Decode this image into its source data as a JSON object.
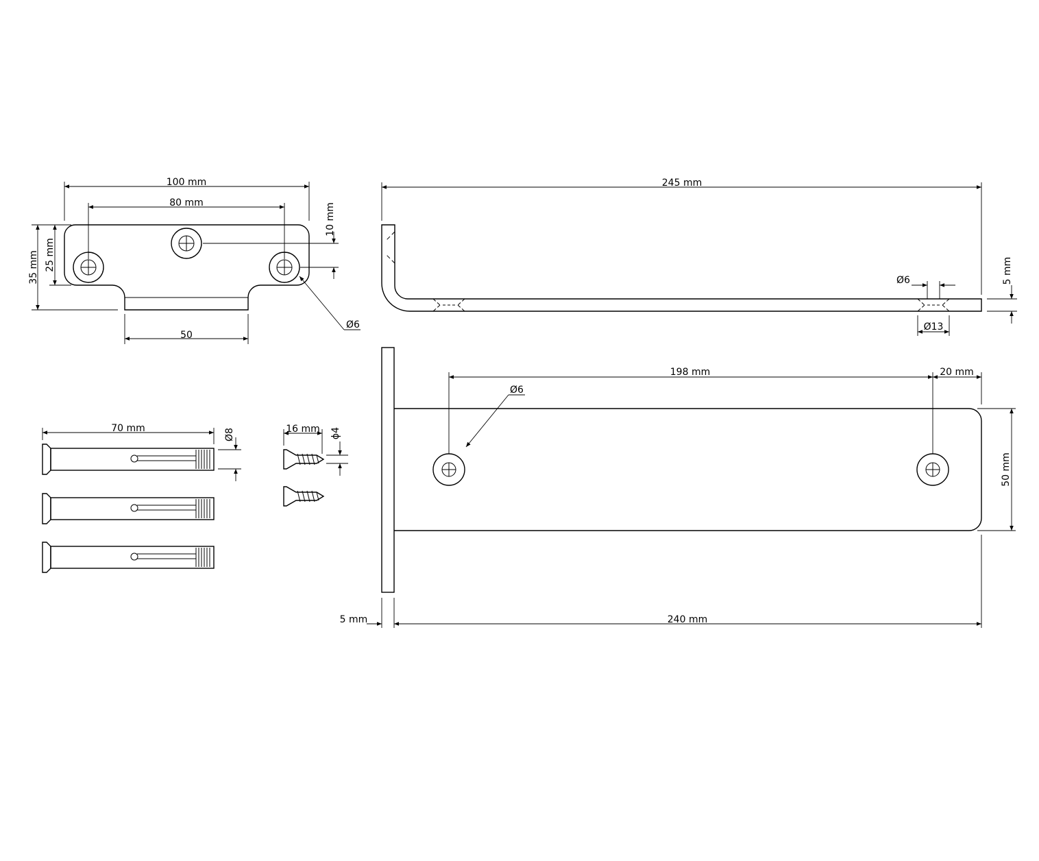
{
  "top_bracket": {
    "width_label": "100 mm",
    "hole_spacing_label": "80 mm",
    "hole_offset_label": "10 mm",
    "height_label": "35 mm",
    "inner_height_label": "25 mm",
    "tab_width_label": "50",
    "hole_diameter_label": "Ø6"
  },
  "side_view": {
    "length_label": "245 mm",
    "thickness_label": "5 mm",
    "hole_diameter_label": "Ø6",
    "countersink_label": "Ø13"
  },
  "plan_view": {
    "hole_spacing_label": "198 mm",
    "edge_offset_label": "20 mm",
    "hole_diameter_label": "Ø6",
    "width_label": "50 mm",
    "plate_thickness_label": "5 mm",
    "length_label": "240 mm"
  },
  "anchors": {
    "length_label": "70 mm",
    "diameter_label": "Ø8",
    "count": 3
  },
  "screws": {
    "length_label": "16 mm",
    "diameter_label": "ϕ4",
    "count": 2
  }
}
